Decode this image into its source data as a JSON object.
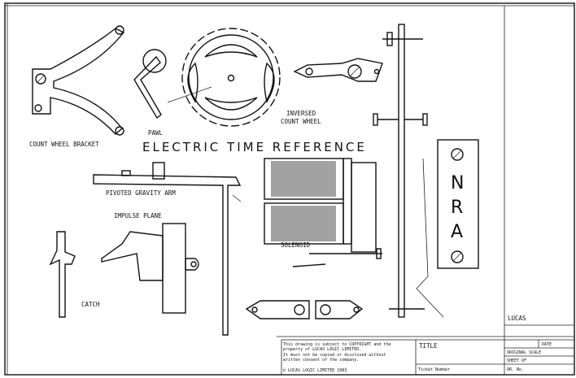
{
  "drawing": {
    "title": "ELECTRIC TIME REFERENCE",
    "labels": {
      "count_wheel_bracket": "COUNT WHEEL BRACKET",
      "pawl": "PAWL",
      "inversed_count_wheel_1": "INVERSED",
      "inversed_count_wheel_2": "COUNT WHEEL",
      "pivoted_gravity_arm": "PIVOTED GRAVITY ARM",
      "impulse_plane": "IMPULSE PLANE",
      "solenoid": "SOLENOID",
      "catch": "CATCH"
    },
    "plate_letters": [
      "N",
      "R",
      "A"
    ]
  },
  "title_block": {
    "company": "LUCAS",
    "copyright_1": "This drawing is subject to COPYRIGHT and the",
    "copyright_2": "property of LUCAS LOGIC LIMITED.",
    "copyright_3": "It must not be copied or disclosed without",
    "copyright_4": "written consent of the company.",
    "copyright_footer": "© LUCAS LOGIC LIMITED 1983",
    "title_label": "TITLE",
    "ticket_label": "Ticket Number",
    "date_label": "DATE",
    "scale_label": "ORIGINAL SCALE",
    "sheet_label": "SHEET   OF",
    "drawing_no_label": "DR. No."
  }
}
